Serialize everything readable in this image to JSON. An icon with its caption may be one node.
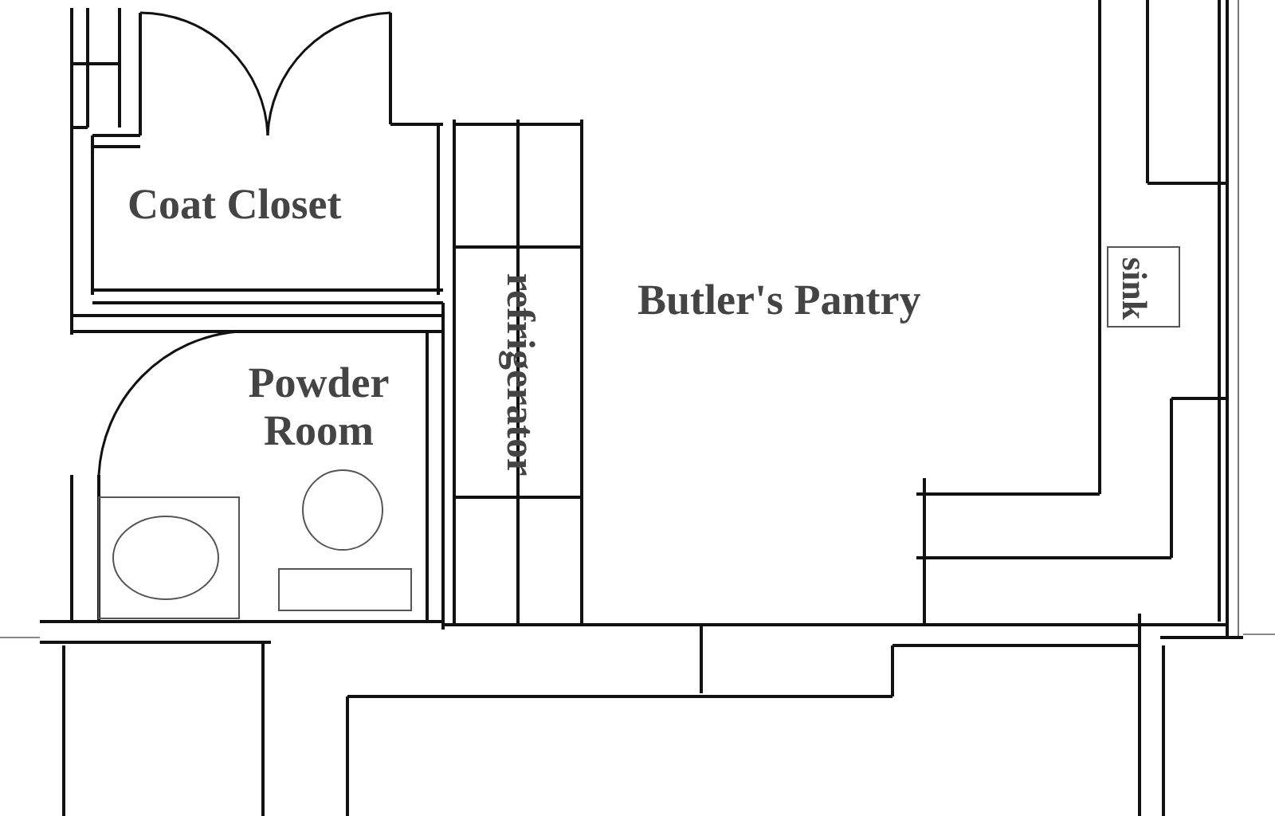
{
  "diagram": {
    "labels": [
      "Coat Closet",
      "Butler's Pantry",
      "sink",
      "Powder Room",
      "refrigerator"
    ]
  }
}
